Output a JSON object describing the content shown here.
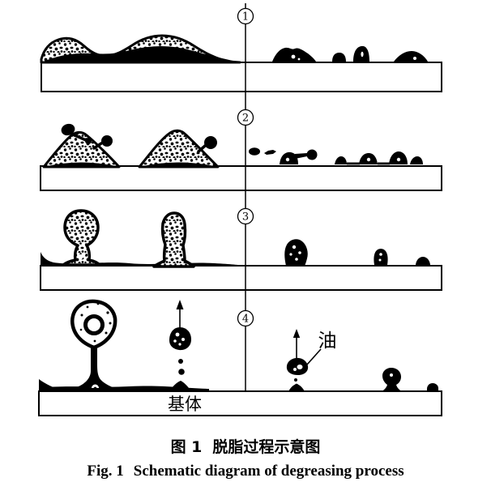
{
  "figure": {
    "stages": [
      {
        "number": "1"
      },
      {
        "number": "2"
      },
      {
        "number": "3"
      },
      {
        "number": "4"
      }
    ],
    "labels": {
      "oil": "油",
      "substrate": "基体"
    },
    "caption": {
      "zh_fig": "图 1",
      "zh_title": "脱脂过程示意图",
      "en_fig": "Fig. 1",
      "en_title": "Schematic diagram of degreasing process"
    },
    "colors": {
      "ink": "#000000",
      "paper": "#ffffff"
    }
  }
}
